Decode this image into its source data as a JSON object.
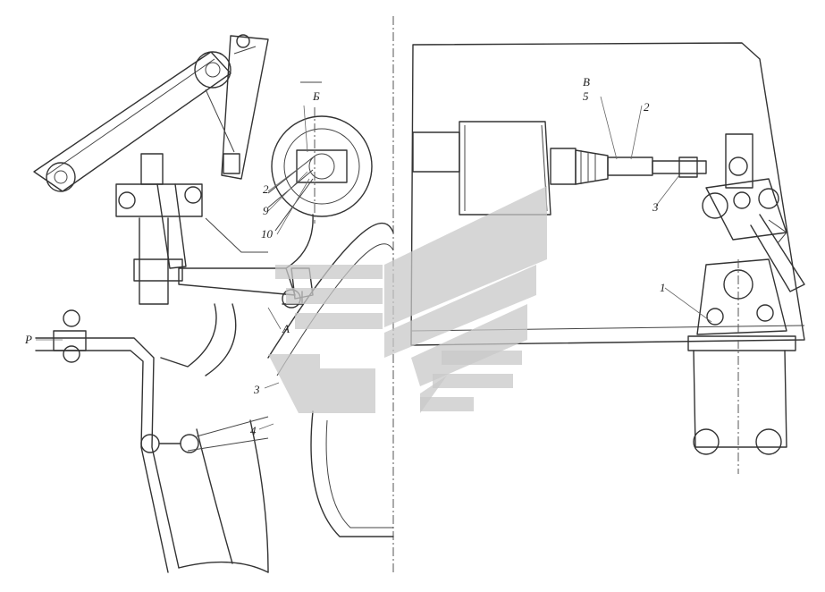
{
  "drawing": {
    "labels": {
      "l1": "1",
      "l2": "2",
      "l3": "3",
      "l4": "4",
      "l5": "5",
      "l9": "9",
      "l10": "10",
      "lA": "A",
      "lB": "Б",
      "lV": "В",
      "lP": "P"
    },
    "colors": {
      "line": "#333333",
      "watermark": "#c8c8c8"
    }
  }
}
